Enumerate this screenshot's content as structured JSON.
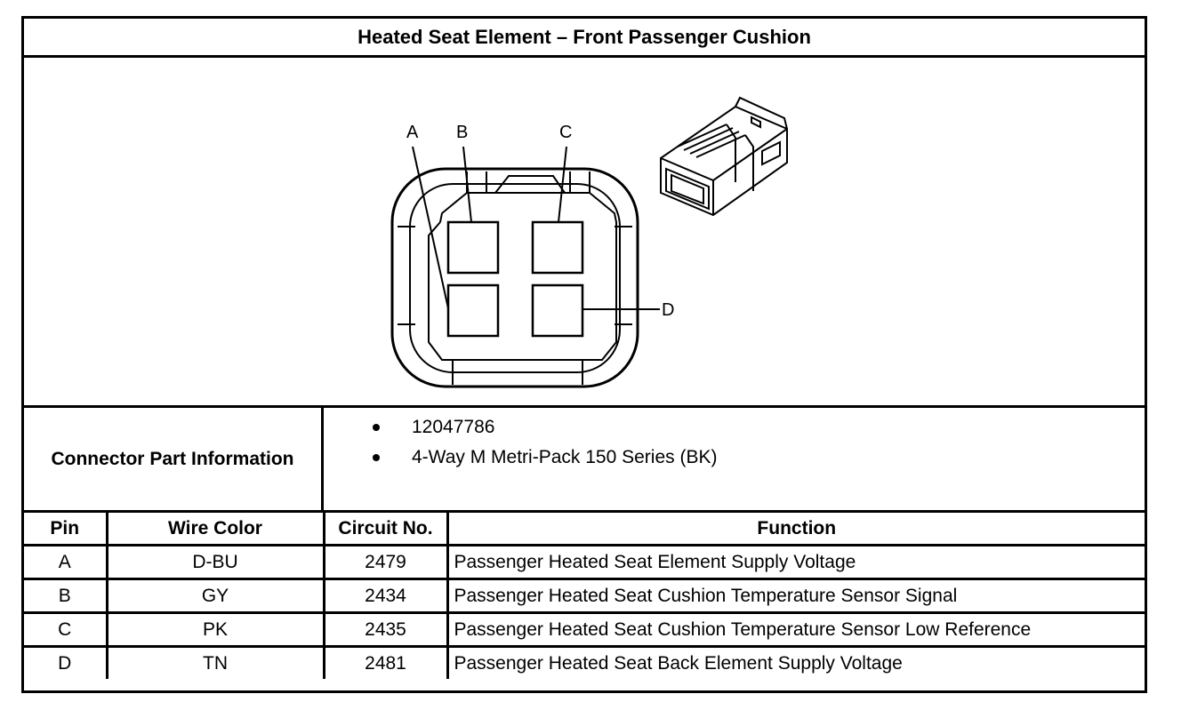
{
  "title": "Heated Seat Element – Front Passenger Cushion",
  "diagram": {
    "pin_labels": [
      "A",
      "B",
      "C",
      "D"
    ]
  },
  "connector_info": {
    "label": "Connector Part Information",
    "items": [
      "12047786",
      "4-Way M Metri-Pack 150 Series (BK)"
    ]
  },
  "table": {
    "headers": [
      "Pin",
      "Wire Color",
      "Circuit No.",
      "Function"
    ],
    "rows": [
      {
        "pin": "A",
        "wire_color": "D-BU",
        "circuit": "2479",
        "function": "Passenger Heated Seat Element Supply Voltage"
      },
      {
        "pin": "B",
        "wire_color": "GY",
        "circuit": "2434",
        "function": "Passenger Heated Seat Cushion Temperature Sensor Signal"
      },
      {
        "pin": "C",
        "wire_color": "PK",
        "circuit": "2435",
        "function": "Passenger Heated Seat Cushion Temperature Sensor Low Reference"
      },
      {
        "pin": "D",
        "wire_color": "TN",
        "circuit": "2481",
        "function": "Passenger Heated Seat Back Element Supply Voltage"
      }
    ]
  }
}
